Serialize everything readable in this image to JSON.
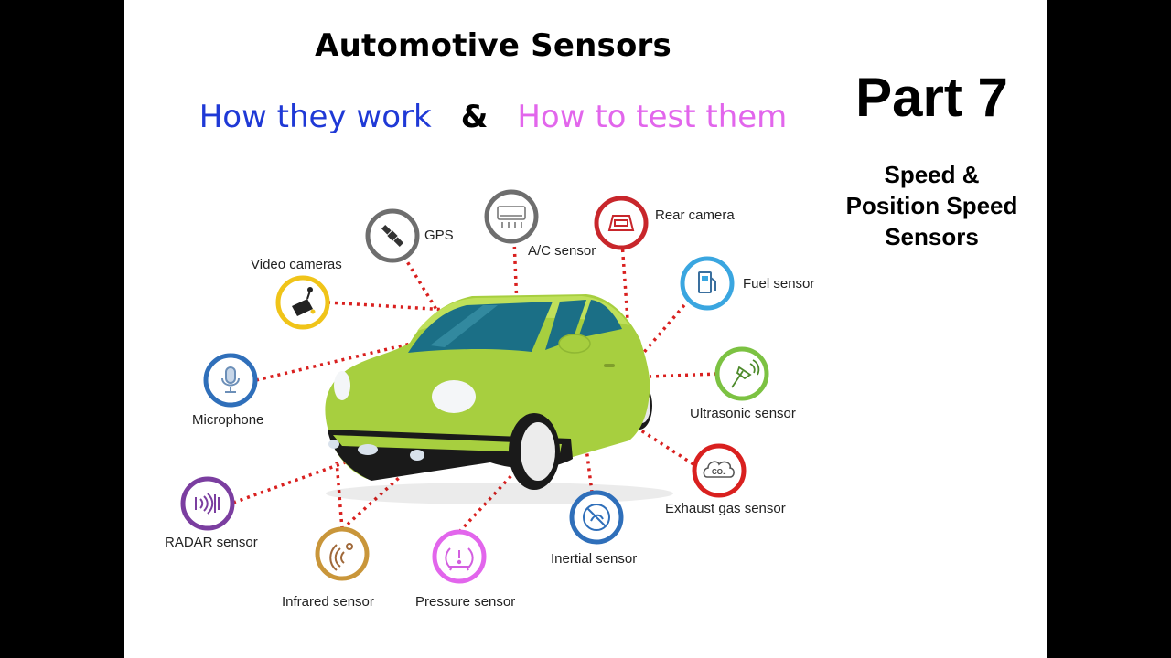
{
  "slide": {
    "title": "Automotive Sensors",
    "subtitle_left": "How they work",
    "subtitle_amp": "&",
    "subtitle_right": "How to test them",
    "part": "Part 7",
    "topic_lines": [
      "Speed &",
      "Position Speed",
      "Sensors"
    ]
  },
  "colors": {
    "title_blue": "#1f39d6",
    "title_pink": "#e266ec",
    "car_body": "#a7cf3f",
    "dotted_line": "#d9201f"
  },
  "sensors": [
    {
      "label": "GPS",
      "icon": "satellite-icon",
      "ring_color": "#6e6e6e"
    },
    {
      "label": "A/C sensor",
      "icon": "air-conditioner-icon",
      "ring_color": "#6e6e6e"
    },
    {
      "label": "Rear camera",
      "icon": "rear-camera-icon",
      "ring_color": "#c8262b"
    },
    {
      "label": "Video cameras",
      "icon": "video-camera-icon",
      "ring_color": "#f0c419"
    },
    {
      "label": "Fuel sensor",
      "icon": "fuel-pump-icon",
      "ring_color": "#3aa6e0"
    },
    {
      "label": "Microphone",
      "icon": "microphone-icon",
      "ring_color": "#2f6fba"
    },
    {
      "label": "Ultrasonic  sensor",
      "icon": "ultrasonic-icon",
      "ring_color": "#7cc242"
    },
    {
      "label": "Exhaust gas sensor",
      "icon": "co2-cloud-icon",
      "ring_color": "#d9201f"
    },
    {
      "label": "RADAR sensor",
      "icon": "radar-waves-icon",
      "ring_color": "#7b3ea0"
    },
    {
      "label": "Inertial sensor",
      "icon": "inertial-icon",
      "ring_color": "#2f6fba"
    },
    {
      "label": "Infrared sensor",
      "icon": "infrared-icon",
      "ring_color": "#c9963a"
    },
    {
      "label": "Pressure sensor",
      "icon": "tire-pressure-icon",
      "ring_color": "#e266ec"
    }
  ]
}
